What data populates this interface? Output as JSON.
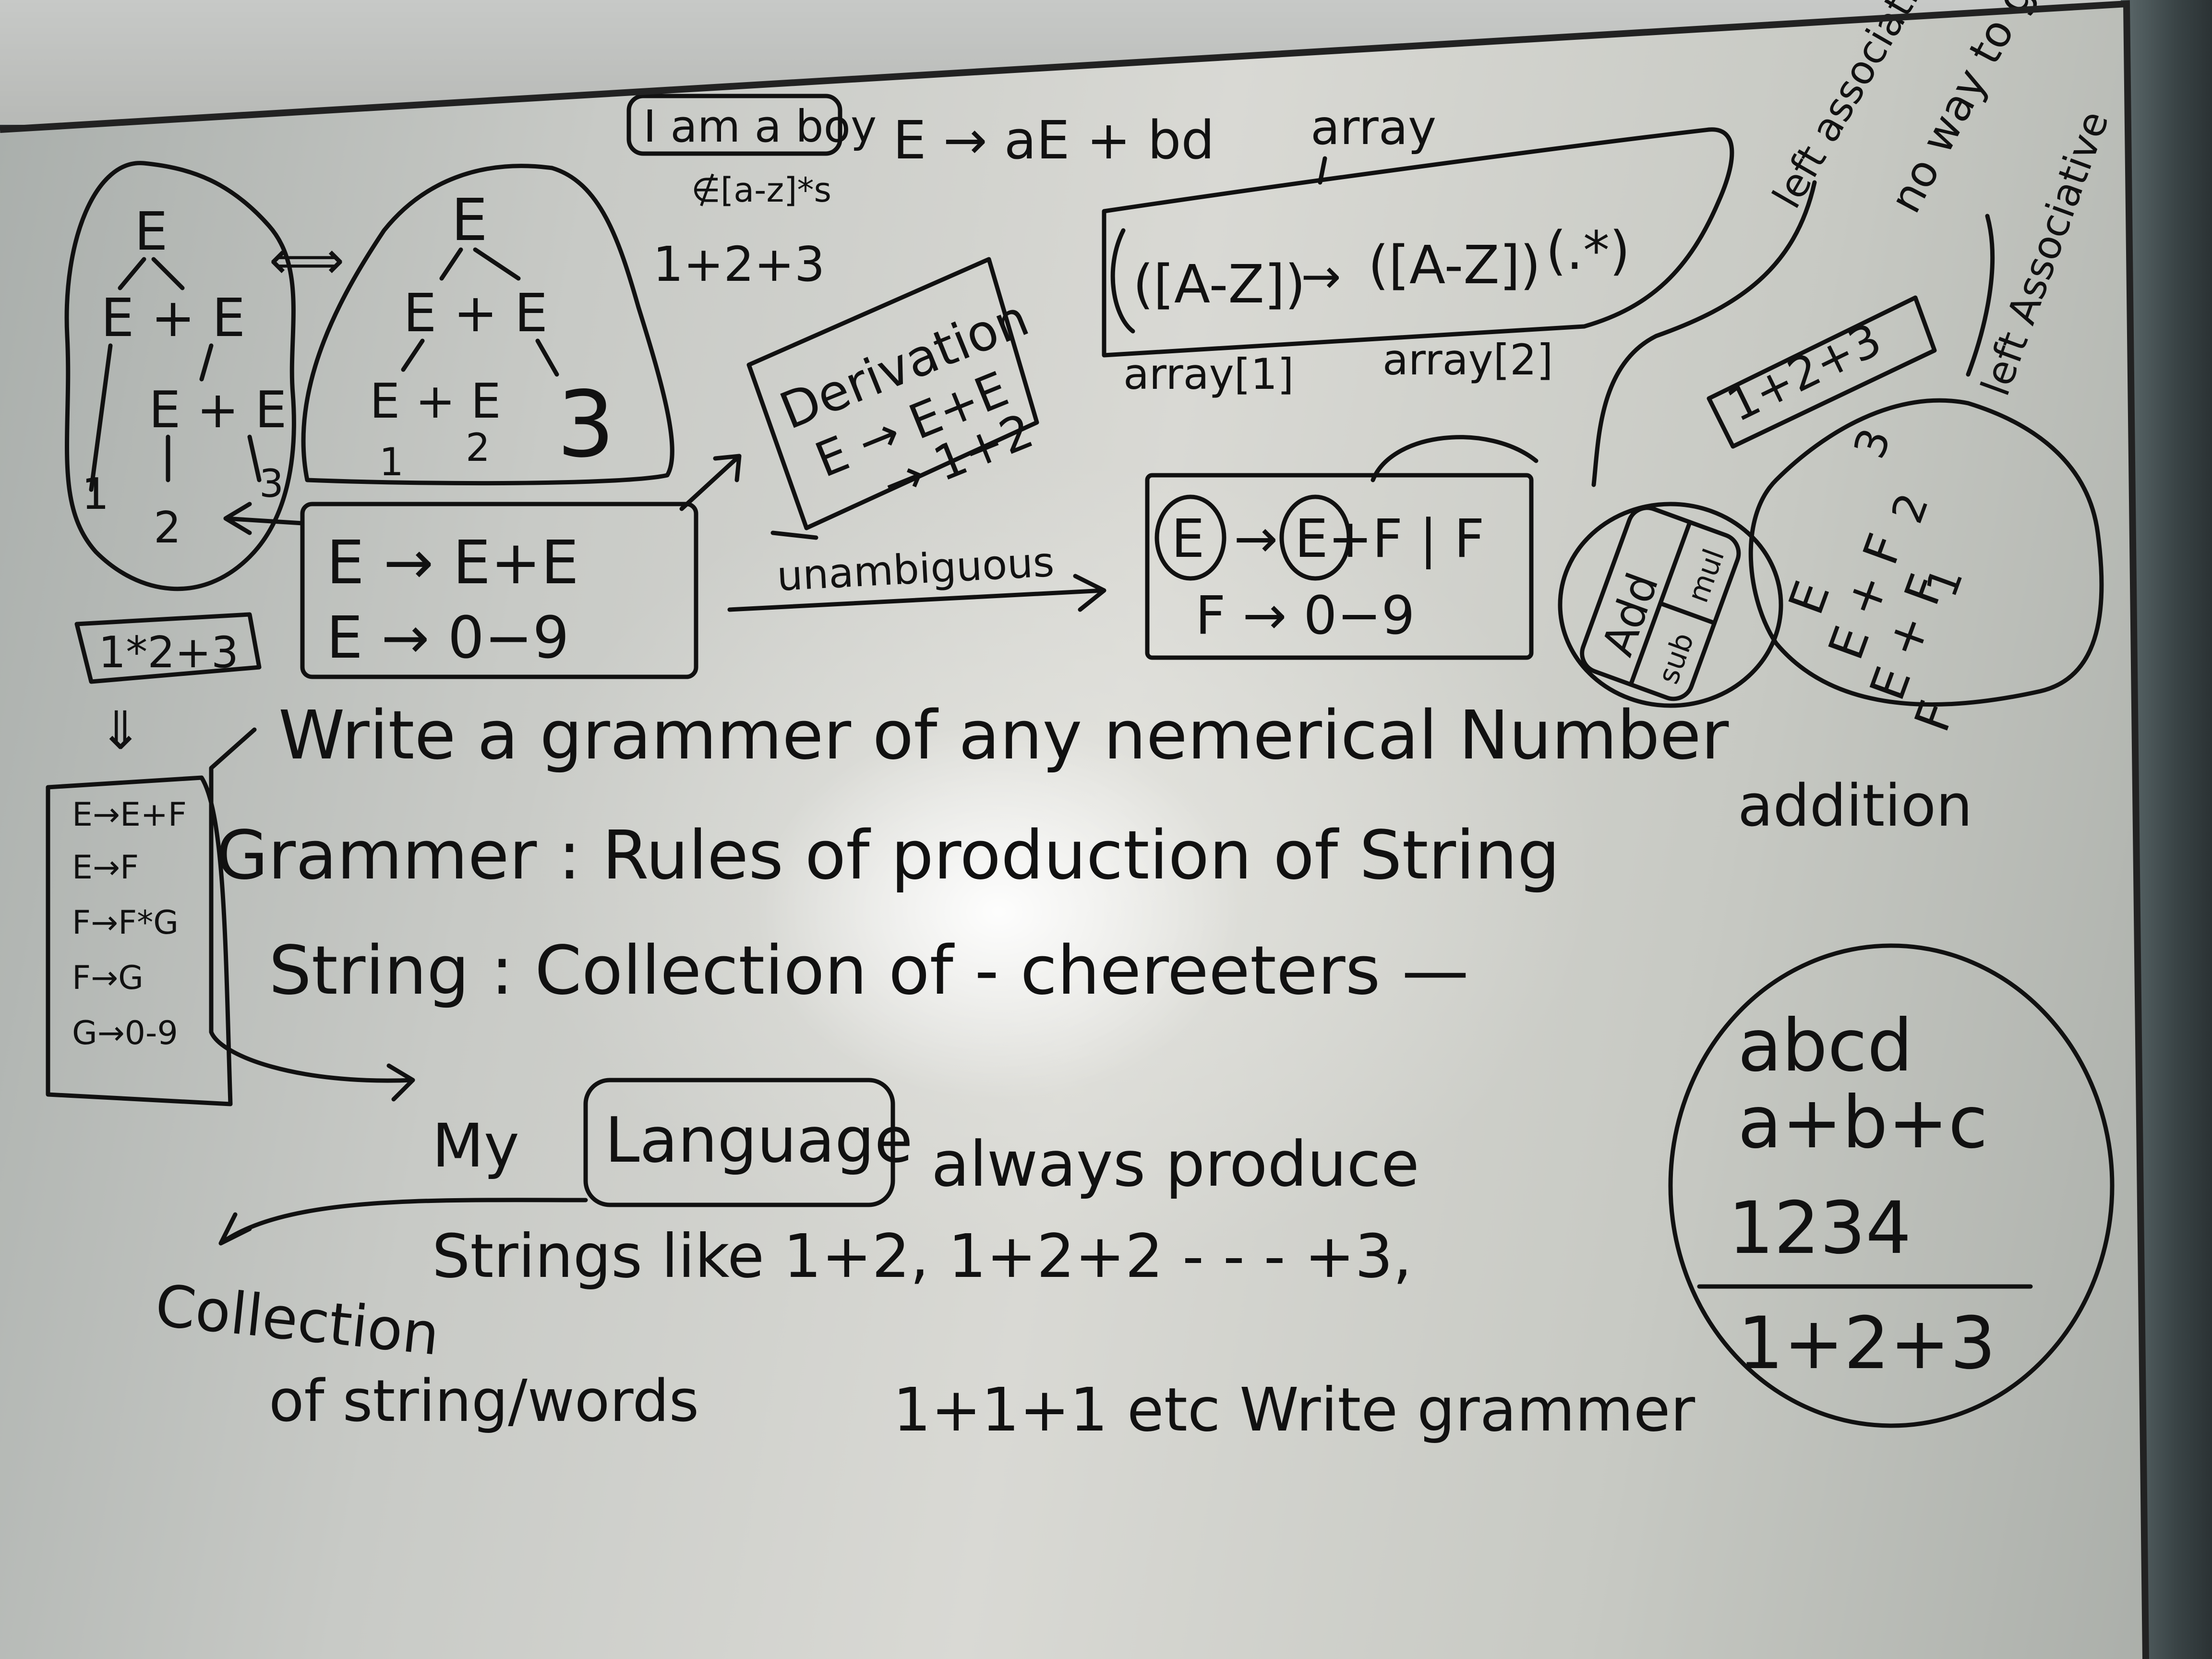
{
  "board": {
    "top": {
      "box_iamaboy": "I am a boy",
      "regex_small": "∉[a-z]*s",
      "production_aebd": "E → aE + bd",
      "expr_123": "1+2+3",
      "array_label": "array",
      "regex_boxes": [
        "([A-Z])",
        "→",
        "([A-Z])",
        "(.*)"
      ],
      "array1": "array[1]",
      "array2": "array[2]"
    },
    "derivation": {
      "title": "Derivation",
      "line1": "E → E+E",
      "line2": "→ 1+2"
    },
    "left_tree": {
      "root": "E",
      "level1": "E + E",
      "level2": "E + E",
      "leaf_1": "1",
      "leaf_2": "2",
      "leaf_3": "3",
      "equiv": "⟺"
    },
    "mid_tree": {
      "root": "E",
      "level1": "E + E",
      "level2": "E + E",
      "leaf_1": "1",
      "leaf_2": "2",
      "leaf_3": "3"
    },
    "grammar_box": {
      "line1": "E → E+E",
      "line2": "E → 0−9"
    },
    "unambiguous": "unambiguous",
    "unamb_box": {
      "line1_e": "E",
      "line1_rest": "→ E+F | F",
      "line2": "F → 0−9"
    },
    "add_circle": {
      "add": "Add",
      "sub": "sub",
      "mul": "mul"
    },
    "right_top": {
      "expr": "1+2+3",
      "left_assoc_1": "left associative",
      "no_way": "no way to grow right",
      "left_assoc_2": "left Associative"
    },
    "right_tree": {
      "l1": "E",
      "l2": "E + F",
      "l3": "E + F",
      "l4": "F",
      "leaf_3": "3",
      "leaf_2": "2",
      "leaf_1": "1"
    },
    "left_col": {
      "box_expr": "1*2+3",
      "arrow": "⇓",
      "rules": [
        "E→E+F",
        "E→F",
        "F→F*G",
        "F→G",
        "G→0-9"
      ]
    },
    "main_text": {
      "line1": "Write a grammer of any nemerical Number",
      "line1b": "addition",
      "line2": "Grammer : Rules of production of String",
      "line3": "String : Collection of - chereeters —",
      "line4_a": "My",
      "line4_box": "Language",
      "line4_b": "always produce",
      "line5": "Strings like 1+2, 1+2+2 - - - +3,",
      "line6": "1+1+1 etc Write grammer",
      "coll_1": "Collection",
      "coll_2": "of string/words"
    },
    "circle_right": {
      "line1": "abcd",
      "line2": "a+b+c",
      "line3": "1234",
      "line4": "1+2+3"
    }
  }
}
